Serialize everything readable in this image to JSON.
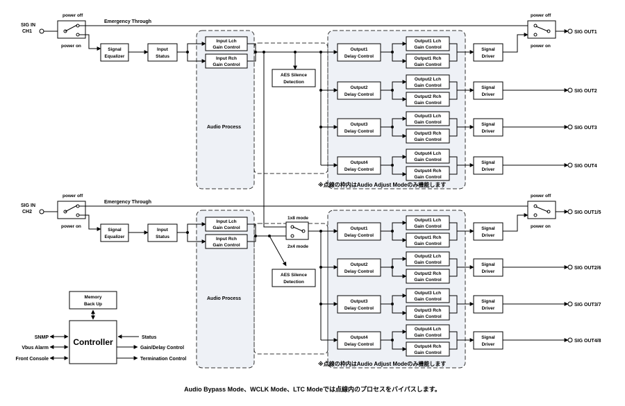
{
  "ch1": {
    "sig_in": "SIG IN",
    "ch": "CH1",
    "power_off": "power off",
    "power_on": "power on",
    "emergency": "Emergency Through",
    "eq": [
      "Signal",
      "Equalizer"
    ],
    "status": [
      "Input",
      "Status"
    ],
    "lch": [
      "Input Lch",
      "Gain Control"
    ],
    "rch": [
      "Input Rch",
      "Gain Control"
    ],
    "aes": [
      "AES Silence",
      "Detection"
    ],
    "audio_process": "Audio Process",
    "outputs": [
      {
        "delay": [
          "Output1",
          "Delay Control"
        ],
        "lch": [
          "Output1 Lch",
          "Gain Control"
        ],
        "rch": [
          "Output1 Rch",
          "Gain Control"
        ],
        "driver": [
          "Signal",
          "Driver"
        ],
        "out": "SIG OUT1"
      },
      {
        "delay": [
          "Output2",
          "Delay Control"
        ],
        "lch": [
          "Output2 Lch",
          "Gain Control"
        ],
        "rch": [
          "Output2 Rch",
          "Gain Control"
        ],
        "driver": [
          "Signal",
          "Driver"
        ],
        "out": "SIG OUT2"
      },
      {
        "delay": [
          "Output3",
          "Delay Control"
        ],
        "lch": [
          "Output3 Lch",
          "Gain Control"
        ],
        "rch": [
          "Output3 Rch",
          "Gain Control"
        ],
        "driver": [
          "Signal",
          "Driver"
        ],
        "out": "SIG OUT3"
      },
      {
        "delay": [
          "Output4",
          "Delay Control"
        ],
        "lch": [
          "Output4 Lch",
          "Gain Control"
        ],
        "rch": [
          "Output4 Rch",
          "Gain Control"
        ],
        "driver": [
          "Signal",
          "Driver"
        ],
        "out": "SIG OUT4"
      }
    ],
    "out_power_off": "power off",
    "out_power_on": "power on",
    "note": "※点線の枠内はAudio Adjust Modeのみ機能します"
  },
  "ch2": {
    "sig_in": "SIG IN",
    "ch": "CH2",
    "power_off": "power off",
    "power_on": "power on",
    "emergency": "Emergency Through",
    "eq": [
      "Signal",
      "Equalizer"
    ],
    "status": [
      "Input",
      "Status"
    ],
    "lch": [
      "Input Lch",
      "Gain Control"
    ],
    "rch": [
      "Input Rch",
      "Gain Control"
    ],
    "mode1": "1x8 mode",
    "mode2": "2x4 mode",
    "aes": [
      "AES Silence",
      "Detection"
    ],
    "audio_process": "Audio Process",
    "outputs": [
      {
        "delay": [
          "Output1",
          "Delay Control"
        ],
        "lch": [
          "Output1 Lch",
          "Gain Control"
        ],
        "rch": [
          "Output1 Rch",
          "Gain Control"
        ],
        "driver": [
          "Signal",
          "Driver"
        ],
        "out": "SIG OUT1/5"
      },
      {
        "delay": [
          "Output2",
          "Delay Control"
        ],
        "lch": [
          "Output2 Lch",
          "Gain Control"
        ],
        "rch": [
          "Output2 Rch",
          "Gain Control"
        ],
        "driver": [
          "Signal",
          "Driver"
        ],
        "out": "SIG OUT2/6"
      },
      {
        "delay": [
          "Output3",
          "Delay Control"
        ],
        "lch": [
          "Output3 Lch",
          "Gain Control"
        ],
        "rch": [
          "Output3 Rch",
          "Gain Control"
        ],
        "driver": [
          "Signal",
          "Driver"
        ],
        "out": "SIG OUT3/7"
      },
      {
        "delay": [
          "Output4",
          "Delay Control"
        ],
        "lch": [
          "Output4 Lch",
          "Gain Control"
        ],
        "rch": [
          "Output4 Rch",
          "Gain Control"
        ],
        "driver": [
          "Signal",
          "Driver"
        ],
        "out": "SIG OUT4/8"
      }
    ],
    "out_power_off": "power off",
    "out_power_on": "power on",
    "note": "※点線の枠内はAudio Adjust Modeのみ機能します"
  },
  "controller": {
    "memory": [
      "Memory",
      "Back Up"
    ],
    "label": "Controller",
    "left": [
      "SNMP",
      "Vbus Alarm",
      "Front Console"
    ],
    "right": [
      "Status",
      "Gain/Delay Control",
      "Termination Control"
    ]
  },
  "footer": "Audio Bypass Mode、WCLK Mode、LTC Modeでは点線内のプロセスをバイパスします。"
}
